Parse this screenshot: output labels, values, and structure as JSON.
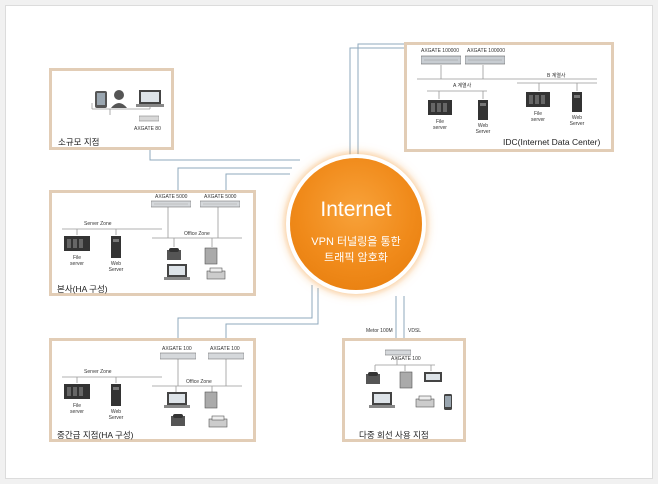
{
  "internet": {
    "title": "Internet",
    "line1": "VPN 터널링을 통한",
    "line2": "트래픽 암호화"
  },
  "sites": {
    "small": {
      "title": "소규모 지점",
      "gateway": "AXGATE 80"
    },
    "hq": {
      "title": "본사(HA 구성)",
      "gateway_a": "AXGATE 5000",
      "gateway_b": "AXGATE 5000",
      "server_zone": "Server Zone",
      "office_zone": "Office Zone",
      "file_server": "File server",
      "web_server": "Web Server"
    },
    "mid": {
      "title": "중간급 지점(HA 구성)",
      "gateway_a": "AXGATE 100",
      "gateway_b": "AXGATE 100",
      "server_zone": "Server Zone",
      "office_zone": "Office Zone",
      "file_server": "File server",
      "web_server": "Web Server"
    },
    "multi": {
      "title": "다중 회선 사용 지점",
      "gateway": "AXGATE 100",
      "line_a": "Metor 100M",
      "line_b": "VDSL"
    },
    "idc": {
      "title": "IDC(Internet  Data Center)",
      "gateway_a": "AXGATE 100000",
      "gateway_b": "AXGATE 100000",
      "customer_a": "A 계열사",
      "customer_b": "B 계열사",
      "file_server_a": "File server",
      "web_server_a": "Web Server",
      "file_server_b": "File server",
      "web_server_b": "Web Server"
    }
  }
}
